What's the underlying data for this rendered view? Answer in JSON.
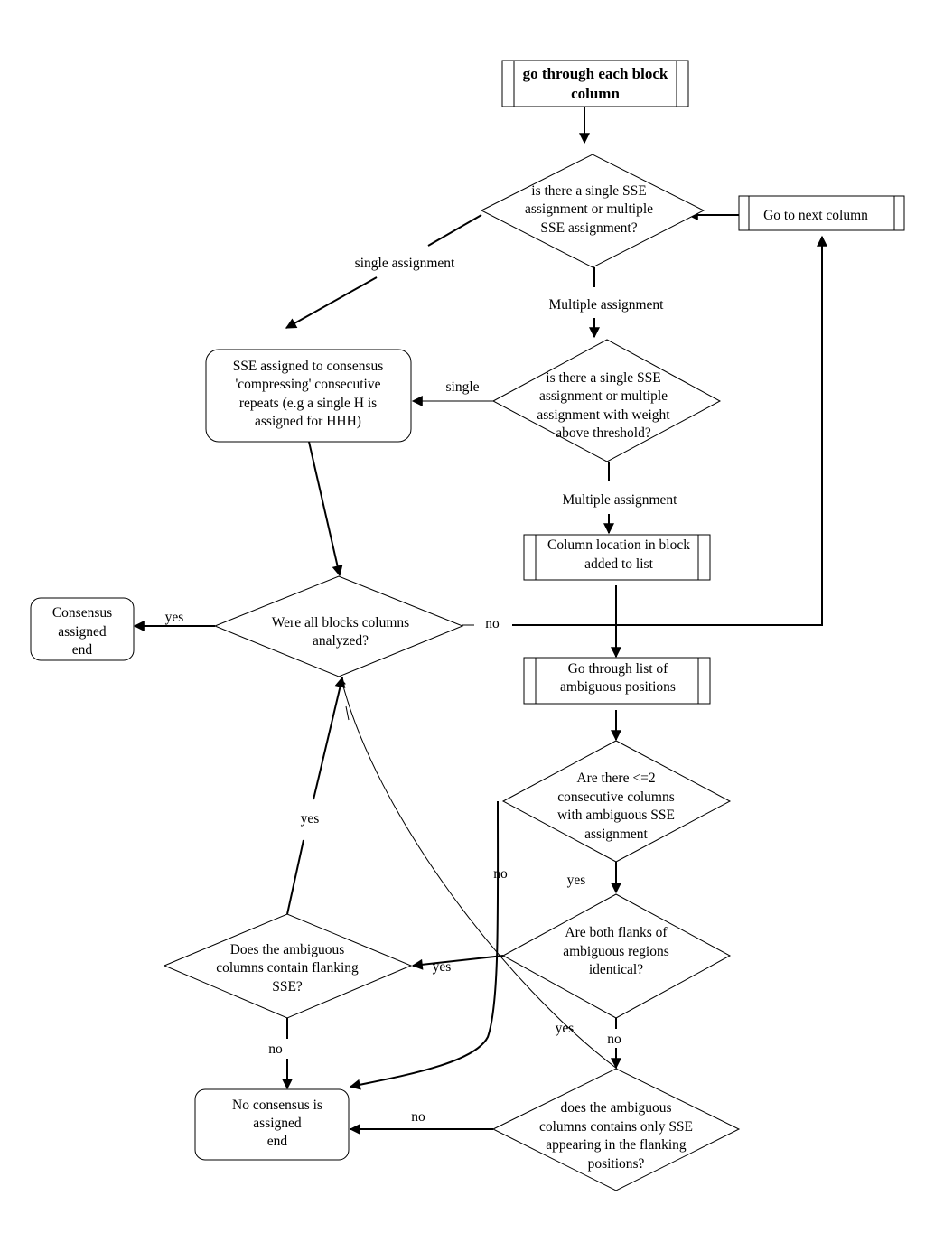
{
  "nodes": {
    "start": [
      "go through each block",
      "column"
    ],
    "decision_single_multiple": [
      "is there a single SSE",
      "assignment or multiple",
      "SSE assignment?"
    ],
    "next_column": [
      "Go to next column"
    ],
    "decision_weight": [
      "is there a single SSE",
      "assignment or multiple",
      "assignment with weight",
      "above threshold?"
    ],
    "sse_assigned": [
      "SSE assigned to consensus",
      "'compressing' consecutive",
      "repeats (e.g a single H is",
      "assigned for HHH)"
    ],
    "column_location": [
      "Column location in block",
      "added to list"
    ],
    "consensus_end": [
      "Consensus",
      "assigned",
      "end"
    ],
    "decision_all_analyzed": [
      "Were all blocks columns",
      "analyzed?"
    ],
    "go_through_list": [
      "Go through list of",
      "ambiguous positions"
    ],
    "decision_consecutive": [
      "Are there <=2",
      "consecutive columns",
      "with ambiguous SSE",
      "assignment"
    ],
    "decision_flanks": [
      "Are both flanks of",
      "ambiguous regions",
      "identical?"
    ],
    "decision_flanking_sse": [
      "Does the ambiguous",
      "columns contain flanking",
      "SSE?"
    ],
    "no_consensus_end": [
      "No consensus is",
      "assigned",
      "end"
    ],
    "decision_only_sse": [
      "does the ambiguous",
      "columns contains only SSE",
      "appearing in the flanking",
      "positions?"
    ]
  },
  "edge_labels": {
    "single_assignment": "single assignment",
    "multiple_assignment_1": "Multiple assignment",
    "single": "single",
    "multiple_assignment_2": "Multiple assignment",
    "yes_consensus": "yes",
    "no_next_column": "no",
    "yes_up": "yes",
    "no_consecutive": "no",
    "yes_consecutive": "yes",
    "yes_flanks": "yes",
    "yes_only_sse": "yes",
    "no_flanks": "no",
    "no_flanking_sse": "no",
    "no_only_sse": "no"
  }
}
